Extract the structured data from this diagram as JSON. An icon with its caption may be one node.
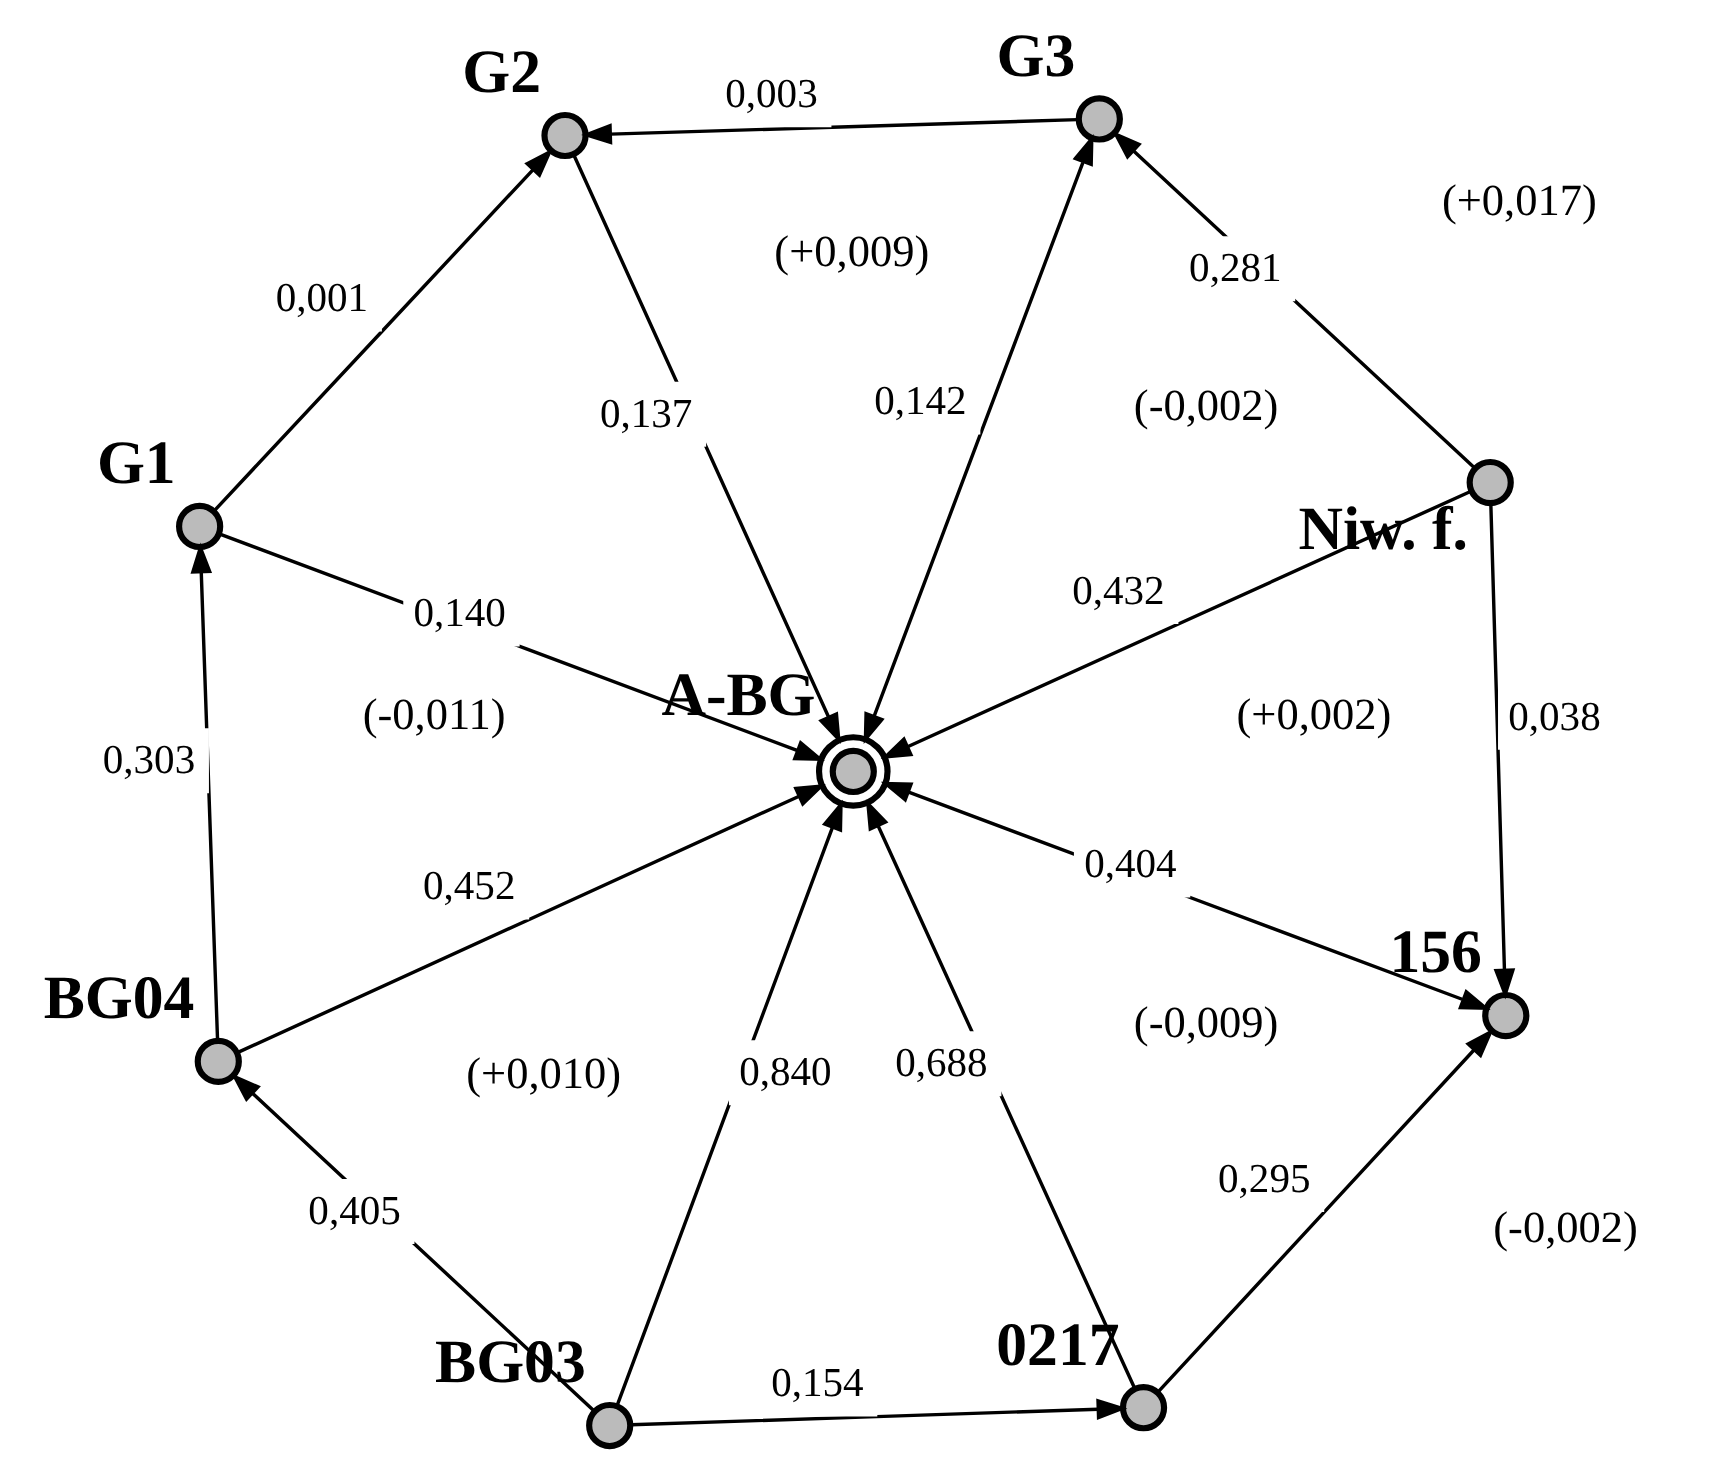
{
  "diagram": {
    "nodes": [
      {
        "text": [],
        "shape": "circle",
        "beside": [
          "G1"
        ]
      },
      {
        "text": [],
        "shape": "circle",
        "beside": [
          "G2"
        ]
      },
      {
        "text": [],
        "shape": "circle",
        "beside": [
          "G3"
        ]
      },
      {
        "text": [],
        "shape": "circle",
        "beside": [
          "A-BG"
        ]
      },
      {
        "text": [],
        "shape": "circle",
        "beside": [
          "Niw. f."
        ]
      },
      {
        "text": [],
        "shape": "circle",
        "beside": [
          "156"
        ]
      },
      {
        "text": [],
        "shape": "circle",
        "beside": [
          "BG04"
        ]
      },
      {
        "text": [],
        "shape": "circle",
        "beside": [
          "0217"
        ]
      },
      {
        "text": [],
        "shape": "circle",
        "beside": [
          "BG03"
        ]
      }
    ],
    "edges": [
      {
        "from": 0,
        "to": 1,
        "arrow": "to",
        "label": "0,001"
      },
      {
        "from": 0,
        "to": 3,
        "arrow": "to",
        "label": "0,140"
      },
      {
        "from": 1,
        "to": 3,
        "arrow": "to",
        "label": "0,137"
      },
      {
        "from": 2,
        "to": 1,
        "arrow": "to",
        "label": "0,003"
      },
      {
        "from": 3,
        "to": 2,
        "arrow": "both",
        "label": "0,142"
      },
      {
        "from": 4,
        "to": 2,
        "arrow": "to",
        "label": "0,281"
      },
      {
        "from": 4,
        "to": 3,
        "arrow": "to",
        "label": "0,432"
      },
      {
        "from": 4,
        "to": 5,
        "arrow": "to",
        "label": "0,038"
      },
      {
        "from": 3,
        "to": 5,
        "arrow": "both",
        "label": "0,404"
      },
      {
        "from": 6,
        "to": 0,
        "arrow": "to",
        "label": "0,303"
      },
      {
        "from": 6,
        "to": 3,
        "arrow": "to",
        "label": "0,452"
      },
      {
        "from": 8,
        "to": 3,
        "arrow": "to",
        "label": "0,840"
      },
      {
        "from": 7,
        "to": 3,
        "arrow": "to",
        "label": "0,688"
      },
      {
        "from": 7,
        "to": 5,
        "arrow": "to",
        "label": "0,295"
      },
      {
        "from": 8,
        "to": 6,
        "arrow": "to",
        "label": "0,405"
      },
      {
        "from": 8,
        "to": 7,
        "arrow": "to",
        "label": "0,154"
      }
    ],
    "labels": [
      "(-0,002)",
      "(+0,002)",
      "(-0,009)",
      "(+0,009)",
      "(+0,010)",
      "(-0,011)",
      "(+0,017)",
      "(-0,002)"
    ]
  }
}
